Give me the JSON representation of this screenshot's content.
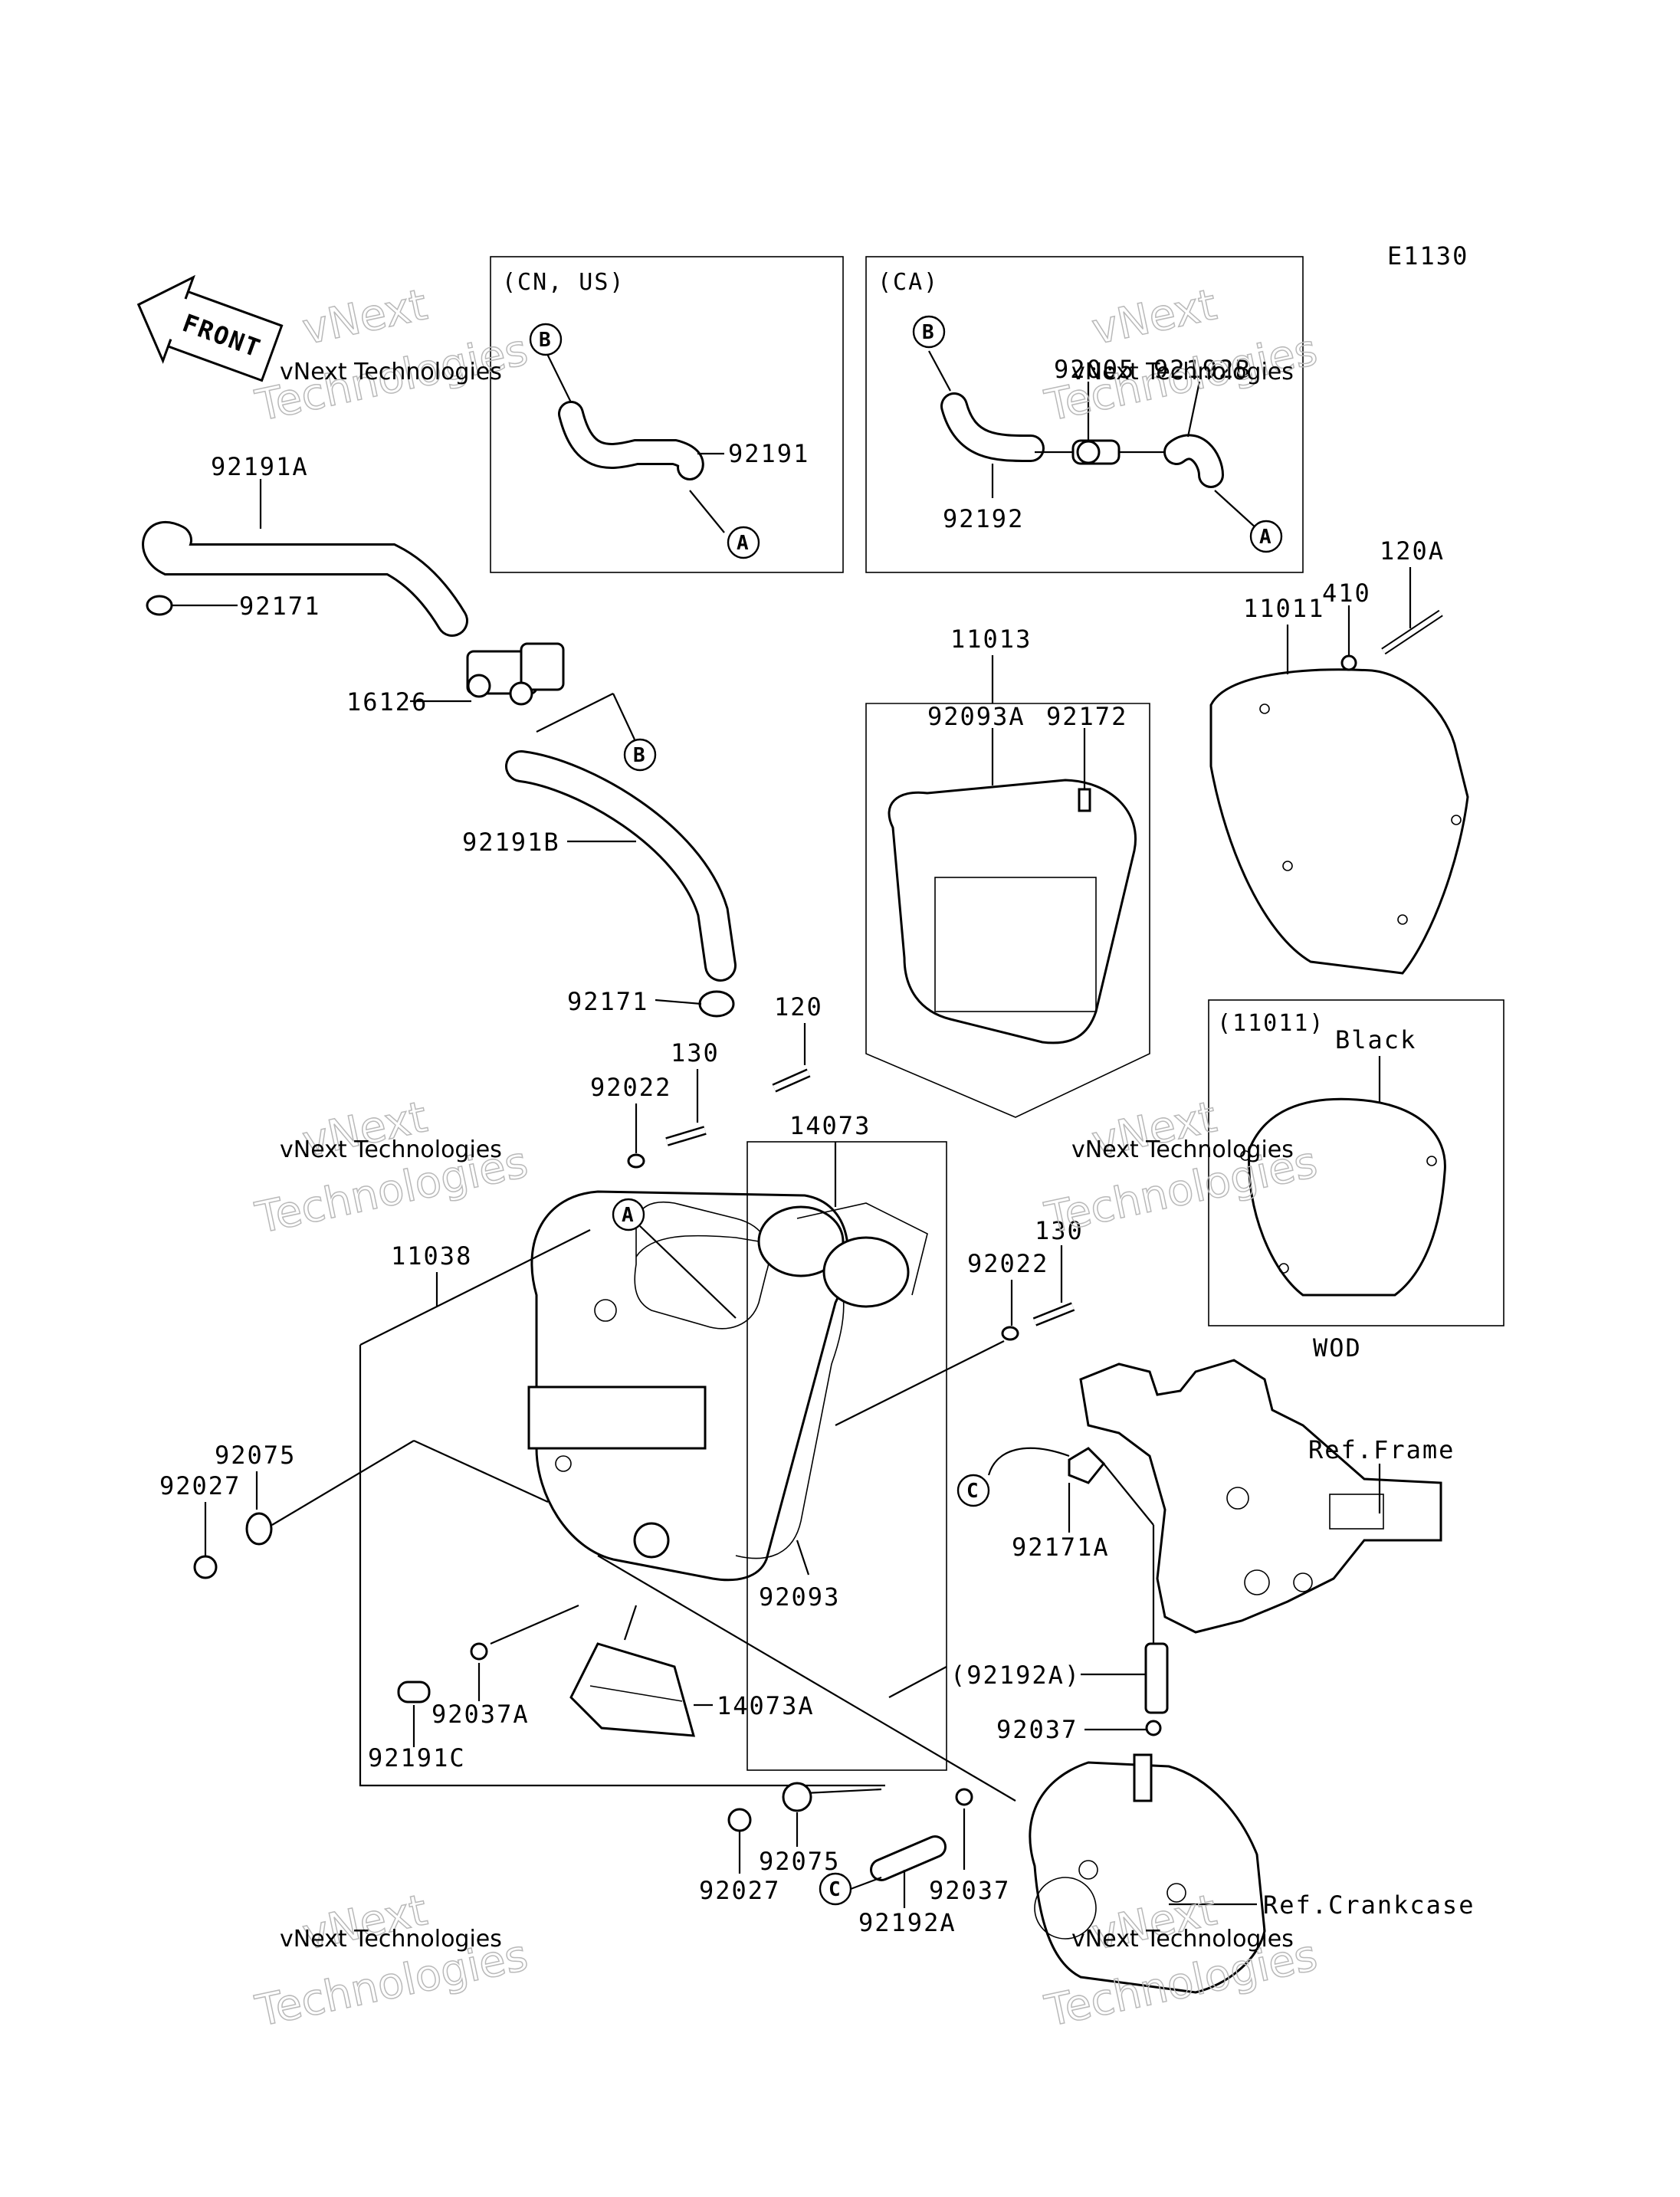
{
  "diagram_code": "E1130",
  "front_arrow_label": "FRONT",
  "boxes": {
    "cn_us": {
      "title": "(CN, US)"
    },
    "ca": {
      "title": "(CA)"
    },
    "cover_variant": {
      "title": "(11011)",
      "color_label": "Black",
      "footer": "WOD"
    }
  },
  "callouts": [
    "A",
    "B",
    "C"
  ],
  "part_labels": {
    "p92191A": "92191A",
    "p92171_top": "92171",
    "p16126": "16126",
    "p92191B": "92191B",
    "p92171_mid": "92171",
    "p92191": "92191",
    "p92005": "92005",
    "p92192B": "92192B",
    "p92192": "92192",
    "p11013": "11013",
    "p92093A": "92093A",
    "p92172": "92172",
    "p11011": "11011",
    "p410": "410",
    "p120A": "120A",
    "p120": "120",
    "p130_left": "130",
    "p92022_left": "92022",
    "p14073": "14073",
    "p11038": "11038",
    "p92022_right": "92022",
    "p130_right": "130",
    "p92075_left": "92075",
    "p92027_left": "92027",
    "p92093": "92093",
    "p92037A": "92037A",
    "p14073A": "14073A",
    "p92191C": "92191C",
    "p92171A": "92171A",
    "p92192A_paren": "(92192A)",
    "p92037_right": "92037",
    "p92027_bottom": "92027",
    "p92075_bottom": "92075",
    "p92037_bottom": "92037",
    "p92192A_bottom": "92192A"
  },
  "references": {
    "frame": "Ref.Frame",
    "crankcase": "Ref.Crankcase"
  },
  "watermark": {
    "line1": "vNext Technologies",
    "line2": "vNext",
    "line3": "Technologies"
  }
}
